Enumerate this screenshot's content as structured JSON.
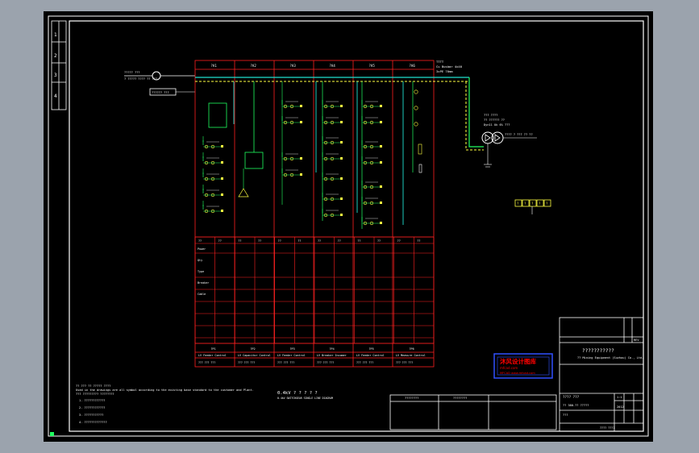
{
  "colors": {
    "background": "#000000",
    "outer_bg": "#9ba3ad",
    "border": "#ffffff",
    "panel_red": "#ff2020",
    "bus_green": "#20ff60",
    "busbar_cyan": "#20e0d0",
    "text": "#ffffff",
    "device_yellow": "#ffff40",
    "watermark_red": "#ff0000",
    "watermark_frame": "#3050ff"
  },
  "zone_marks_left": [
    "1",
    "2",
    "3",
    "4"
  ],
  "incoming": {
    "label_line1": "????? ???",
    "label_line2": "? ????? ???? ?? ???",
    "box_label": "?????? ???"
  },
  "panels": {
    "header_codes": [
      "?A1",
      "?A2",
      "?A3",
      "?A4",
      "?A5",
      "?A6"
    ],
    "panel_names": [
      "LV Feeder Control",
      "LV Capacitor Control",
      "LV Feeder Control",
      "LV Breaker Incomer",
      "LV Feeder Control",
      "LV Measure Control"
    ],
    "panel_tags": [
      "?P1",
      "?P2",
      "?P3",
      "?P4",
      "?P5",
      "?P6"
    ],
    "bottom_refs": [
      "??? ??? ???",
      "??? ??? ???",
      "??? ??? ???",
      "??? ??? ???",
      "??? ??? ???",
      "??? ??? ???"
    ]
  },
  "busbar_note": {
    "line1": "TTTT",
    "line2": "Cu Busbar 4x40",
    "line3": "3xPE 70mm"
  },
  "transformer": {
    "line1": "??? ????",
    "line2": "?? ?????? ??",
    "line3": "Dyn11 Uk 6% ???",
    "line4": "???? ? ??? ?? ??"
  },
  "table_headers": [
    "??",
    "??",
    "??",
    "??",
    "??",
    "??",
    "??",
    "??",
    "??",
    "??",
    "??",
    "??"
  ],
  "table_row_labels": [
    "Power",
    "Qty",
    "Type",
    "Breaker",
    "Cable"
  ],
  "legend_boxes": [
    "?",
    "?",
    "?",
    "?",
    "?"
  ],
  "notes": {
    "intro1": "?? ??? ?? ????? ????",
    "intro2": "Used in the drawings are all symbol according to the existing base standard to the customer and Plant.",
    "intro3": "??? ????????? ????????",
    "items": [
      "1. ????????????",
      "2. ????????????",
      "3. ???????????",
      "4. ?????????????"
    ]
  },
  "center_caption": {
    "line1": "0.4kV ? ? ? ? ?",
    "line2": "0.4kV SWITCHGEAR SINGLE LINE DIAGRAM"
  },
  "watermark": {
    "line1": "沐风设计图库",
    "line2": "mfcad.com",
    "line3": "MFCAD www.mfcad.com"
  },
  "title_block": {
    "revision_header": "REV",
    "company_cn": "???????????",
    "company_en": "?? Mining Equipment (Suzhou) Co., Ltd.",
    "drawing_title": "???? ???",
    "drawing_no": "?? 380-?? ?????",
    "scale_label": "???",
    "sheet": "1:1",
    "date": "2012",
    "footer": "???? ????"
  },
  "approvals": [
    "????????",
    "????????"
  ]
}
